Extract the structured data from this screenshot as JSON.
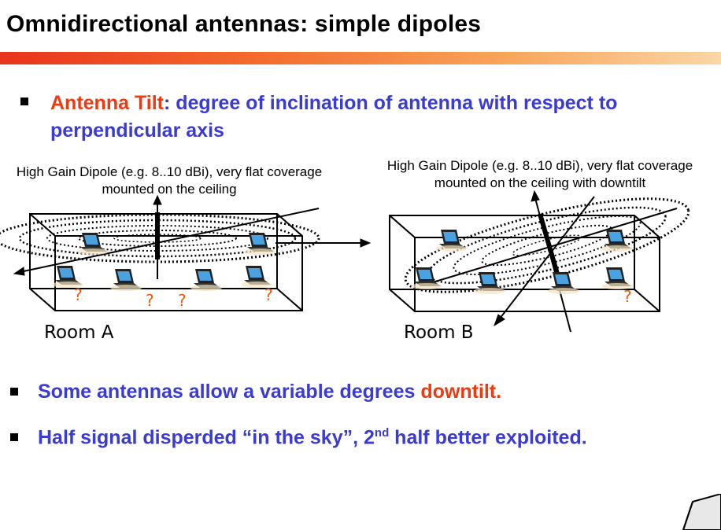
{
  "title": "Omnidirectional antennas: simple dipoles",
  "bullets": {
    "tilt_term": "Antenna Tilt",
    "tilt_def": ": degree of inclination of antenna with respect to perpendicular axis",
    "b2_text": "Some antennas allow a variable degrees ",
    "b2_highlight": "downtilt.",
    "b3_before": "Half signal disperded “in the sky”, 2",
    "b3_sup": "nd",
    "b3_after": " half better exploited."
  },
  "diagram": {
    "room_a": {
      "caption_line1": "High Gain Dipole (e.g. 8..10 dBi), very flat coverage",
      "caption_line2": "mounted on the ceiling",
      "label": "Room A"
    },
    "room_b": {
      "caption_line1": "High Gain Dipole (e.g. 8..10 dBi), very flat coverage",
      "caption_line2": "mounted on the ceiling with downtilt",
      "label": "Room B"
    },
    "unknown_mark": "?"
  },
  "colors": {
    "accent_blue": "#3a3ad4",
    "accent_red": "#ee3a10",
    "laptop_screen": "#4aa3e0"
  }
}
